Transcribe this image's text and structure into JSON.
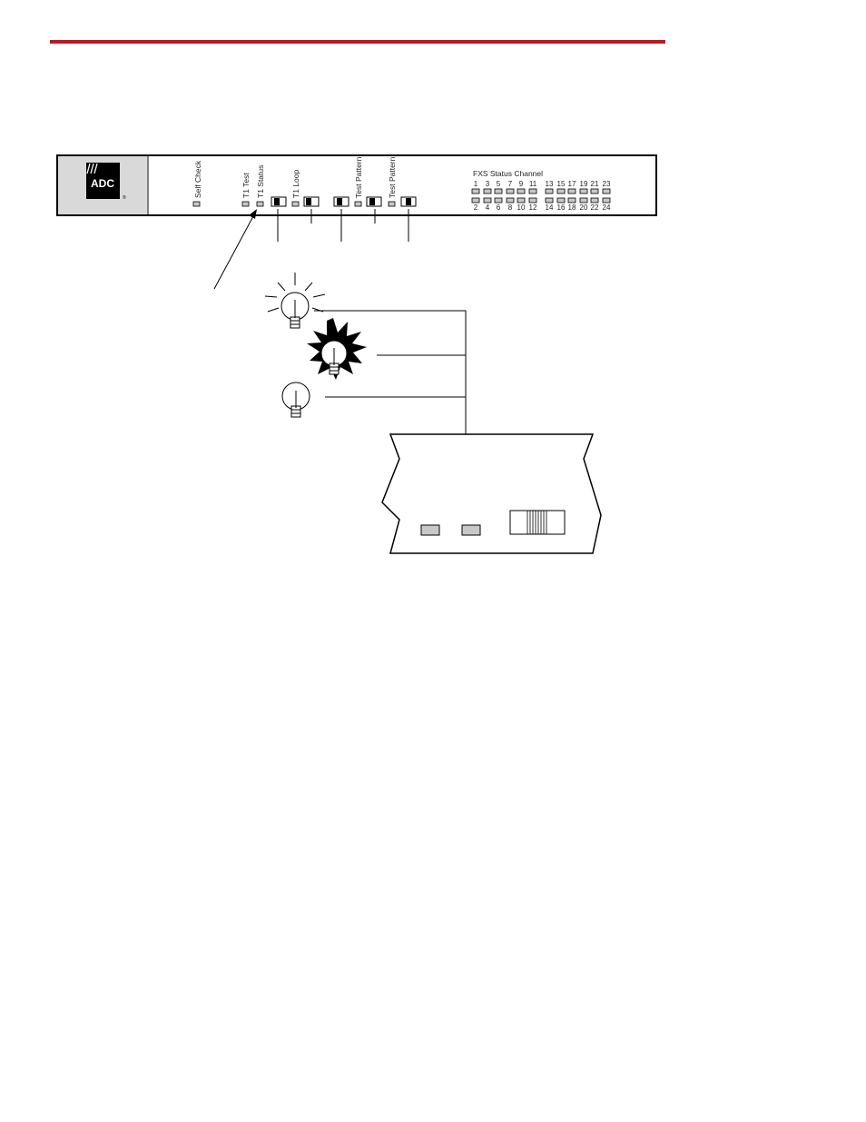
{
  "colors": {
    "rule": "#c4161c",
    "led": "#c8c8c8",
    "ink": "#000000",
    "logo_bg": "#d9d9d9"
  },
  "logo": {
    "text": "ADC",
    "icon": "adc-logo-icon"
  },
  "panel": {
    "labels": {
      "self_check": "Self Check",
      "t1_test": "T1 Test",
      "t1_status": "T1 Status",
      "t1_loop": "T1 Loop",
      "test_pattern_1": "Test Pattern",
      "test_pattern_2": "Test Pattern"
    },
    "fxs": {
      "title": "FXS Status Channel",
      "odd": [
        "1",
        "3",
        "5",
        "7",
        "9",
        "11",
        "13",
        "15",
        "17",
        "19",
        "21",
        "23"
      ],
      "even": [
        "2",
        "4",
        "6",
        "8",
        "10",
        "12",
        "14",
        "16",
        "18",
        "20",
        "22",
        "24"
      ]
    }
  },
  "icons": [
    "lightbulb-on-icon",
    "lightbulb-flashing-icon",
    "lightbulb-off-icon"
  ]
}
